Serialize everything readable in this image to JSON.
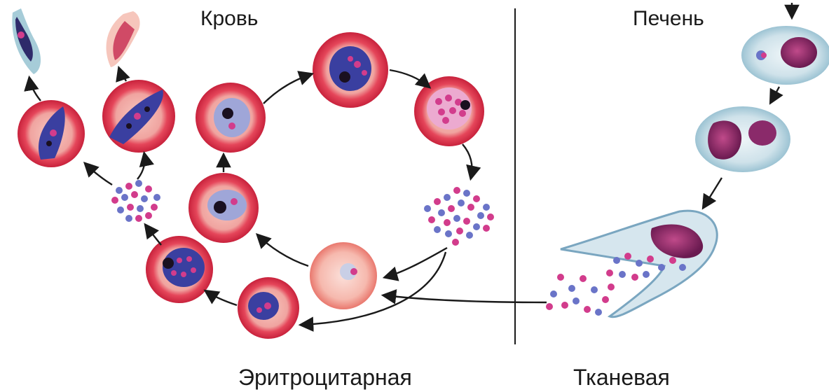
{
  "labels": {
    "blood": "Кровь",
    "liver": "Печень",
    "erythrocytic": "Эритроцитарная",
    "tissue": "Тканевая"
  },
  "colors": {
    "rbc_outer": "#e23a4a",
    "rbc_inner": "#f2b8b2",
    "parasite": "#3a3fa0",
    "merozoite": "#d23c8c",
    "pigment": "#1a1020",
    "liver_cell": "#cfe3ec",
    "liver_nucleus": "#8a2a6a",
    "arrow": "#1a1a1a",
    "divider": "#1a1a1a"
  }
}
